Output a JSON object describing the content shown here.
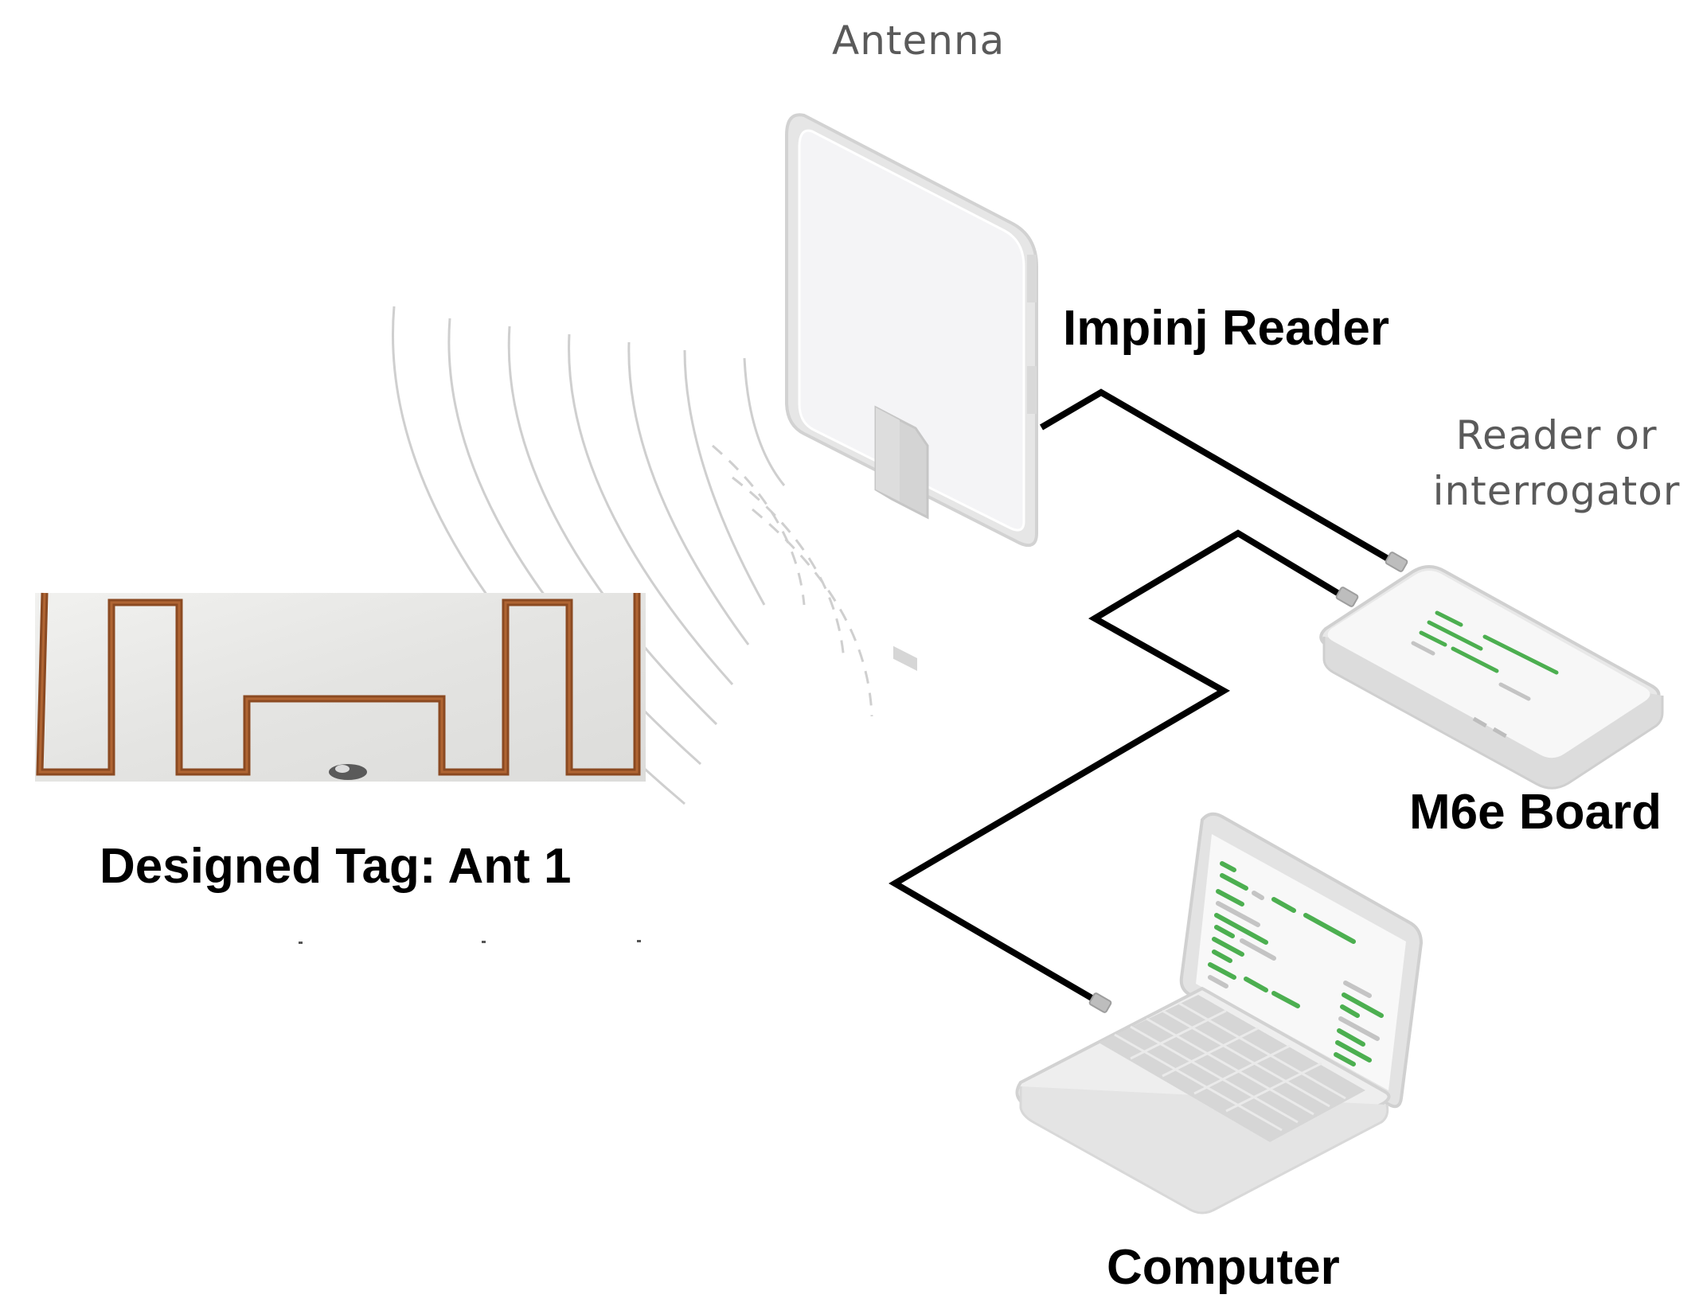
{
  "labels": {
    "antenna": "Antenna",
    "impinj_reader": "Impinj Reader",
    "reader_or_interrogator": "Reader or\ninterrogator",
    "m6e_board": "M6e Board",
    "designed_tag": "Designed Tag: Ant 1",
    "computer": "Computer"
  },
  "colors": {
    "background": "#ffffff",
    "cable": "#000000",
    "copper_trace": "#8b4a22",
    "device_body": "#eeeeee",
    "device_outline": "#d6d6d6",
    "screen_code_green": "#4caf50",
    "screen_code_gray": "#c4c4c4",
    "wave_stroke": "#cfcfcf",
    "gray_label": "#5a5a5a"
  },
  "icons": {
    "antenna": "panel-antenna-icon",
    "reader": "rfid-reader-icon",
    "computer": "laptop-icon",
    "tag": "rfid-tag-photo",
    "waves": "radio-waves-icon"
  }
}
